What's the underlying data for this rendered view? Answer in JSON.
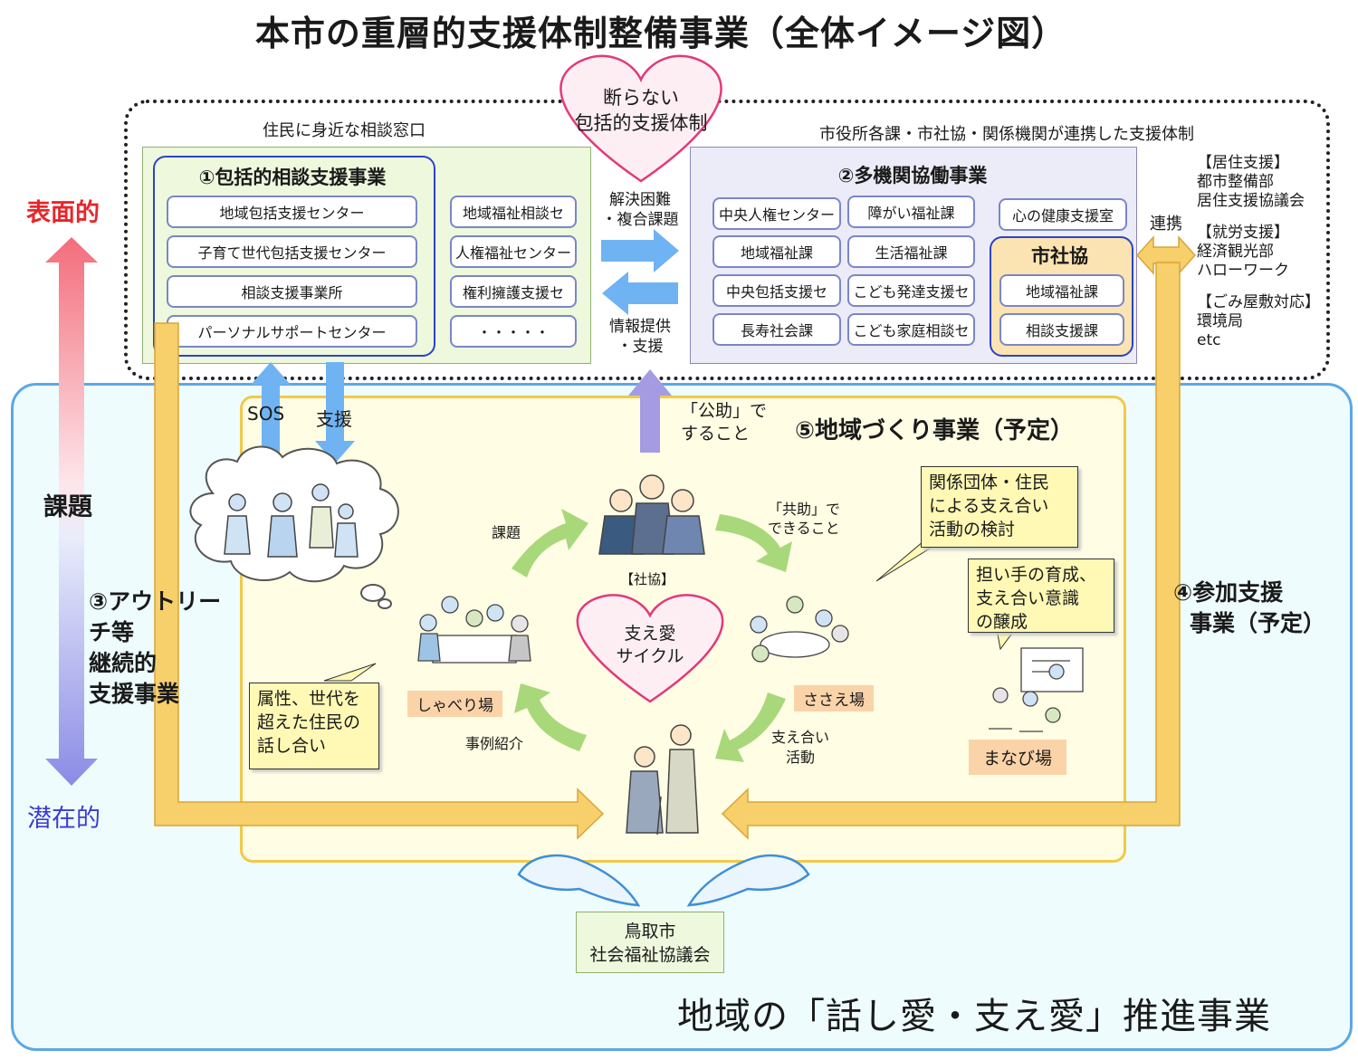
{
  "title": "本市の重層的支援体制整備事業（全体イメージ図）",
  "heart_top": {
    "line1": "断らない",
    "line2": "包括的支援体制"
  },
  "left_section_label": "住民に身近な相談窓口",
  "right_section_label": "市役所各課・市社協・関係機関が連携した支援体制",
  "project1": {
    "heading": "①包括的相談支援事業",
    "items": [
      "地域包括支援センター",
      "子育て世代包括支援センター",
      "相談支援事業所",
      "パーソナルサポートセンター"
    ],
    "side_items": [
      "地域福祉相談セ",
      "人権福祉センター",
      "権利擁護支援セ",
      "・・・・・"
    ]
  },
  "middle": {
    "top_label": "解決困難\n・複合課題",
    "bottom_label": "情報提供\n・支援"
  },
  "project2": {
    "heading": "②多機関協働事業",
    "col1": [
      "中央人権センター",
      "地域福祉課",
      "中央包括支援セ",
      "長寿社会課"
    ],
    "col2": [
      "障がい福祉課",
      "生活福祉課",
      "こども発達支援セ",
      "こども家庭相談セ"
    ],
    "mental": "心の健康支援室",
    "shakyo": {
      "heading": "市社協",
      "items": [
        "地域福祉課",
        "相談支援課"
      ]
    }
  },
  "renkei": "連携",
  "right_list": [
    "【居住支援】",
    "都市整備部",
    "居住支援協議会",
    "",
    "【就労支援】",
    "経済観光部",
    "ハローワーク",
    "",
    "【ごみ屋敷対応】",
    "環境局",
    "etc"
  ],
  "left_axis": {
    "top": "表面的",
    "middle": "課題",
    "bottom": "潜在的"
  },
  "project3": [
    "③アウトリー",
    "チ等",
    "継続的",
    "支援事業"
  ],
  "project4": [
    "④参加支援",
    "事業（予定）"
  ],
  "project5": "⑤地域づくり事業（予定）",
  "sos": "SOS",
  "shien": "支援",
  "kojo": "「公助」で\nすること",
  "kyojo": "「共助」で\nできること",
  "kadai_small": "課題",
  "shakyo_small": "【社協】",
  "heart_center": {
    "line1": "支え愛",
    "line2": "サイクル"
  },
  "jirei": "事例紹介",
  "sasaeai": "支え合い\n活動",
  "places": {
    "shaberi": "しゃべり場",
    "sasae": "ささえ場",
    "manabi": "まなび場"
  },
  "notes": {
    "n1": "関係団体・住民\nによる支え合い\n活動の検討",
    "n2": "担い手の育成、\n支え合い意識\nの醸成",
    "n3": "属性、世代を\n超えた住民の\n話し合い"
  },
  "tottori": "鳥取市\n社会福祉協議会",
  "bottom_title": "地域の「話し愛・支え愛」推進事業",
  "colors": {
    "surface_red": "#e8262b",
    "latent_blue": "#3b3bd1",
    "yellow_arrow": "#f7cf6b",
    "blue_arrow": "#70b3f2",
    "green_arrow": "#a8d87a",
    "heart_pink": "#e23a79"
  }
}
